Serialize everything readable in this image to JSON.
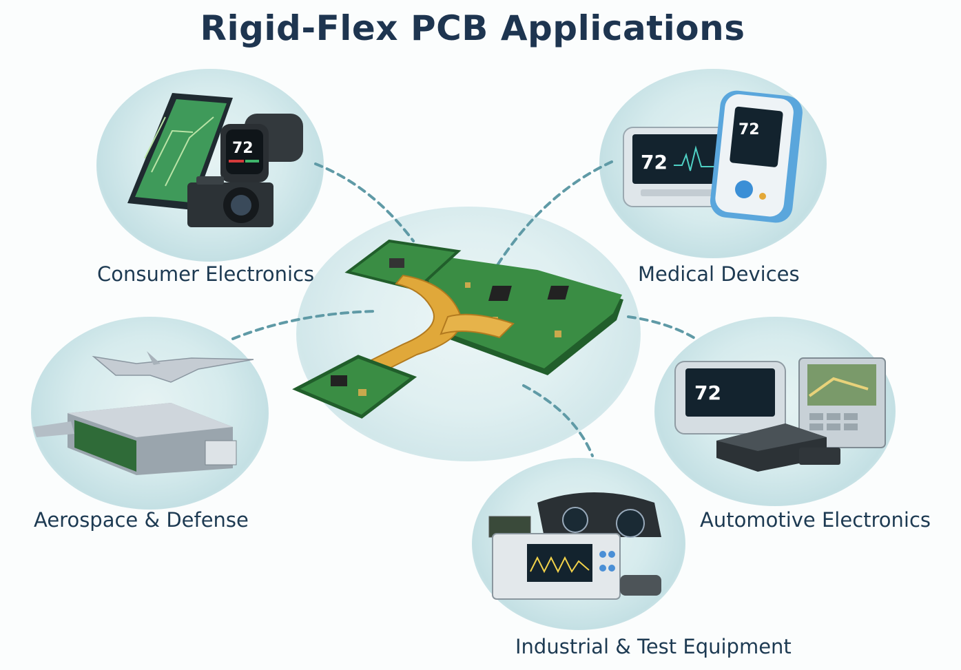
{
  "title": "Rigid-Flex PCB Applications",
  "applications": [
    {
      "id": "consumer",
      "label": "Consumer Electronics"
    },
    {
      "id": "medical",
      "label": "Medical Devices"
    },
    {
      "id": "aerospace",
      "label": "Aerospace & Defense"
    },
    {
      "id": "automotive",
      "label": "Automotive Electronics"
    },
    {
      "id": "industrial",
      "label": "Industrial & Test Equipment"
    }
  ],
  "screen_readout": "72",
  "colors": {
    "title": "#1e3550",
    "label": "#1d3a52",
    "connector_dash": "#5f9aa6",
    "pcb_green": "#2f7d3a",
    "flex_gold": "#e0a83a",
    "background_blob": "#d6ebed"
  }
}
